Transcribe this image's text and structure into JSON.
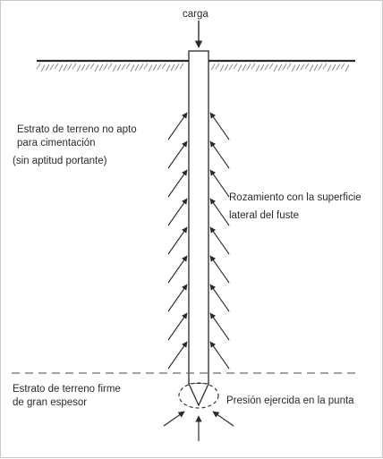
{
  "labels": {
    "load": "carga",
    "weak_stratum_line1": "Estrato de terreno no apto",
    "weak_stratum_line2": "para cimentación",
    "weak_stratum_line3": "(sin aptitud portante)",
    "friction_line1": "Rozamiento con la superficie",
    "friction_line2": "lateral del fuste",
    "firm_stratum_line1": "Estrato de terreno firme",
    "firm_stratum_line2": "de gran espesor",
    "tip_pressure": "Presión ejercida en la punta"
  },
  "colors": {
    "line": "#2a2a2a",
    "ground_hatch": "#7a7a7a",
    "dashed_line": "#6a6a6a"
  }
}
